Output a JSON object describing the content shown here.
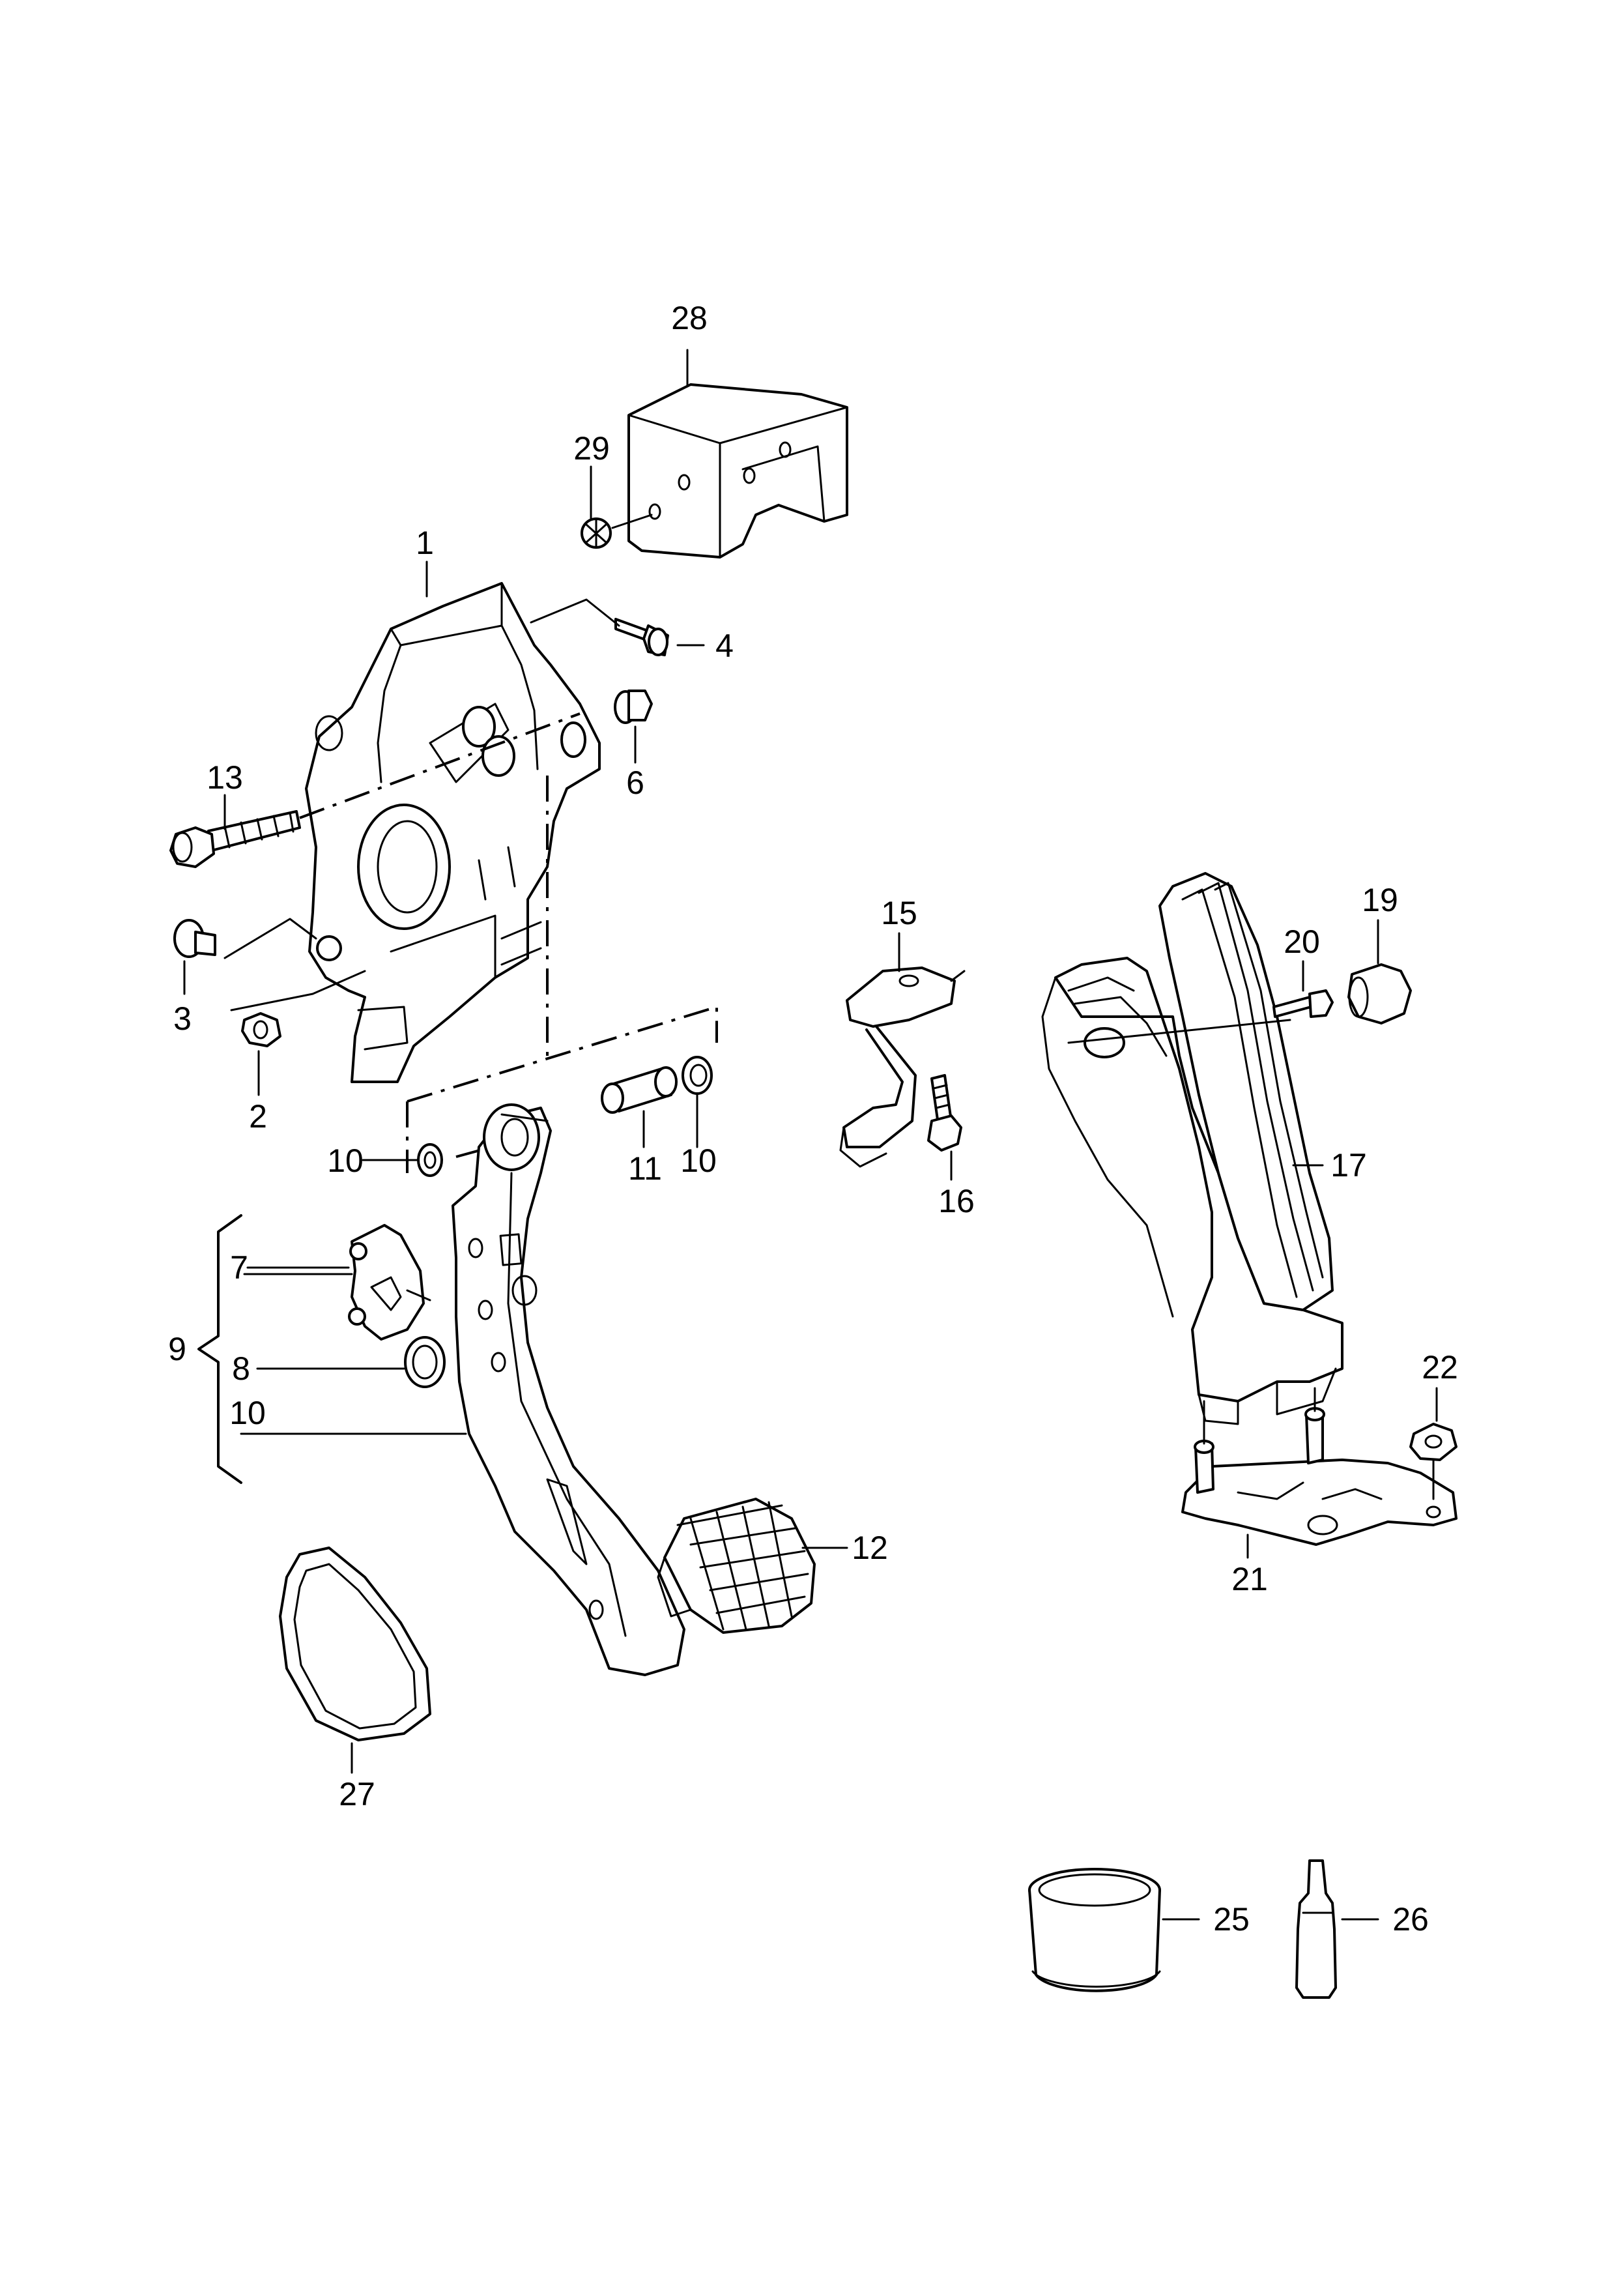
{
  "diagram": {
    "labels": {
      "p1": "1",
      "p2": "2",
      "p3": "3",
      "p4": "4",
      "p6": "6",
      "p7": "7",
      "p8": "8",
      "p9": "9",
      "p10a": "10",
      "p10b": "10",
      "p10c": "10",
      "p11": "11",
      "p12": "12",
      "p13": "13",
      "p15": "15",
      "p16": "16",
      "p17": "17",
      "p19": "19",
      "p20": "20",
      "p21": "21",
      "p22": "22",
      "p25": "25",
      "p26": "26",
      "p27": "27",
      "p28": "28",
      "p29": "29"
    }
  }
}
